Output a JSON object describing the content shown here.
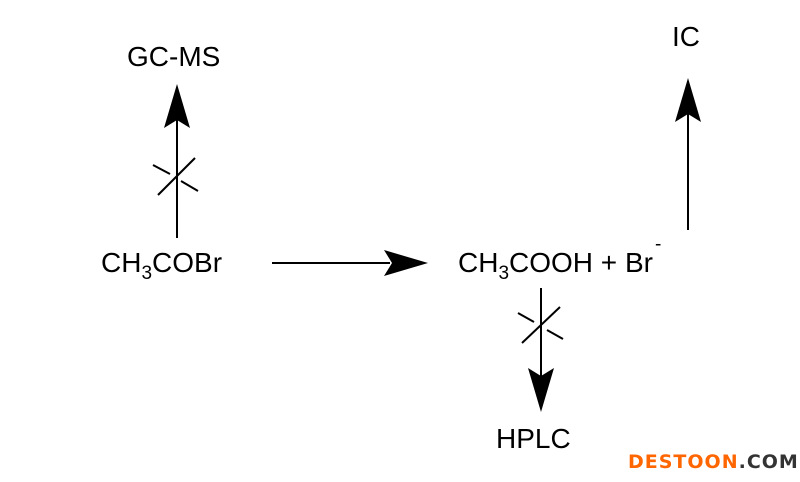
{
  "reactant": {
    "pre": "CH",
    "sub": "3",
    "post": "COBr"
  },
  "product": {
    "pre": "CH",
    "sub": "3",
    "post": "COOH + Br",
    "sup": "-"
  },
  "methods": {
    "gcms": "GC-MS",
    "ic": "IC",
    "hplc": "HPLC"
  },
  "watermark": {
    "brand": "DESTOON",
    "tld": ".COM",
    "brand_color": "#ff6600",
    "tld_color": "#333333"
  }
}
